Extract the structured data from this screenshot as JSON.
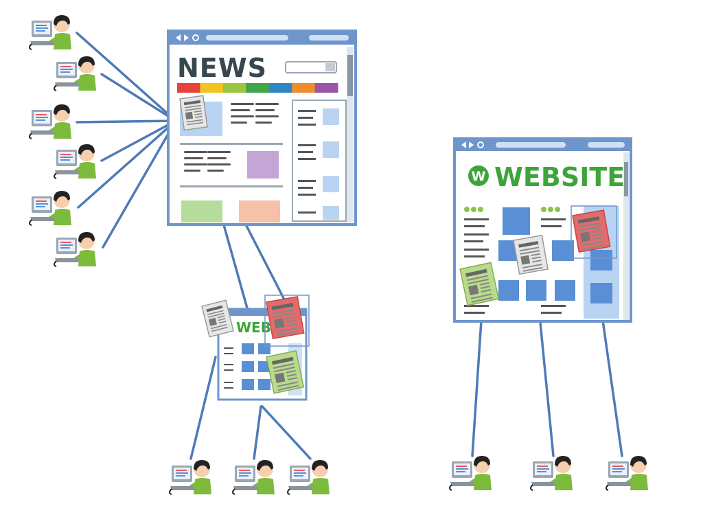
{
  "news_site": {
    "title": "NEWS",
    "rainbow_colors": [
      "#e8433a",
      "#f2c321",
      "#9bc63f",
      "#3fa64a",
      "#2f86c4",
      "#f08c2a",
      "#9a55a8"
    ]
  },
  "website": {
    "logo_letter": "W",
    "title": "WEBSITE"
  },
  "small_website": {
    "title": "WEBSI"
  },
  "colors": {
    "link_line": "#4f7ab8",
    "browser_frame": "#6e95cc",
    "news_title": "#37474f",
    "website_title": "#3da43a",
    "tile": "#5a8fd6",
    "article_gray": "#cfcfcf",
    "article_red": "#e46b6b",
    "article_green": "#b8dc8a"
  },
  "icons": {
    "person": "person-at-computer-icon",
    "article": "newspaper-icon",
    "browser": "browser-window-icon"
  }
}
